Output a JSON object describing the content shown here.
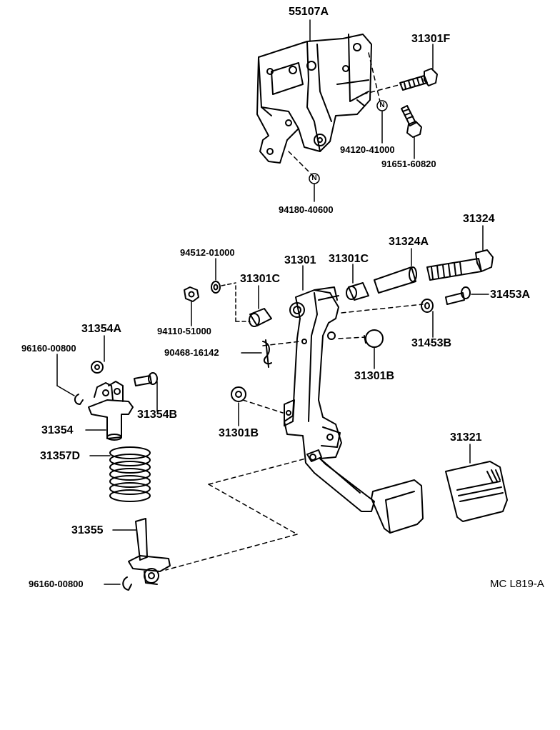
{
  "labels": {
    "bracket": "55107A",
    "bolt_top": "31301F",
    "bushing_top_n": "94120-41000",
    "bolt_small": "91651-60820",
    "bracket_n": "94180-40600",
    "bolt_long": "31324",
    "collar": "31324A",
    "bushing_right": "31301C",
    "pedal_arm": "31301",
    "washer_top": "94512-01000",
    "bushing_left": "31301C",
    "pin_right": "31453A",
    "nut": "94110-51000",
    "bushing_small_right": "31453B",
    "clip_pin": "90468-16142",
    "stopper_upper": "31301B",
    "pin_bracket": "31354A",
    "clip_upper": "96160-00800",
    "pin_spring_bracket": "31354B",
    "spring_bracket": "31354",
    "stopper_lower": "31301B",
    "spring": "31357D",
    "pedal_pad": "31321",
    "spring_seat": "31355",
    "clip_lower": "96160-00800",
    "diagram_code": "MC L819-A"
  },
  "markers": {
    "n_right": "N",
    "n_bottom": "N"
  }
}
